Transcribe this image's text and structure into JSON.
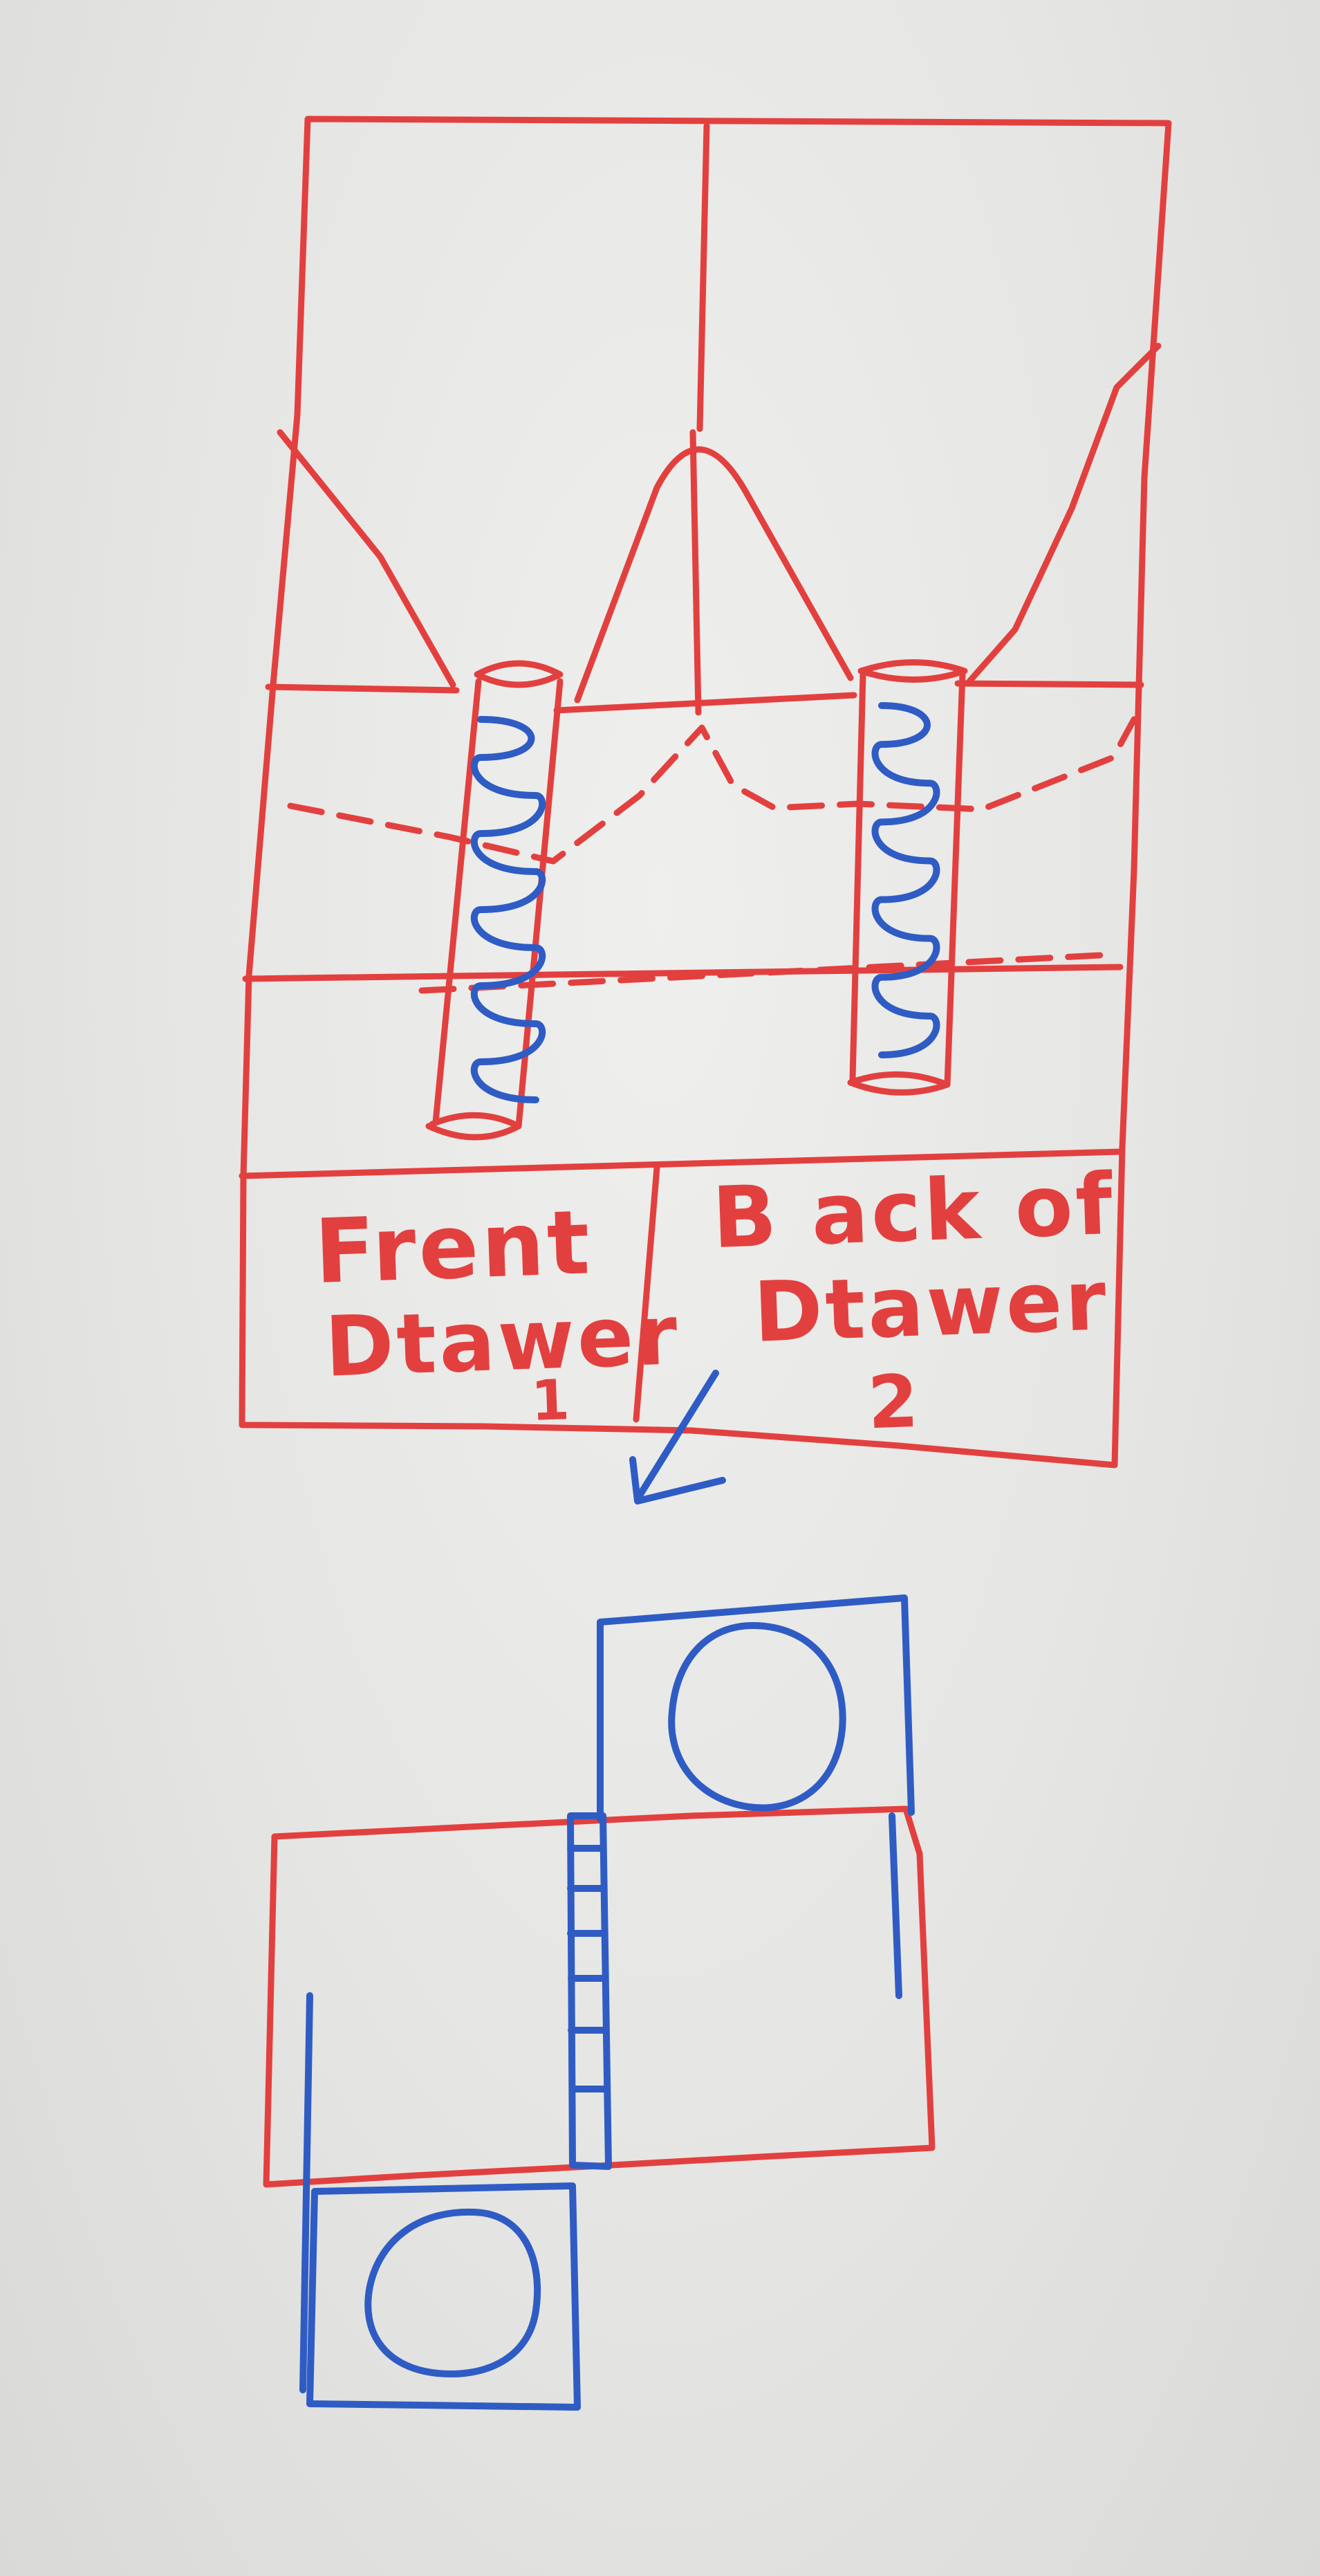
{
  "colors": {
    "board": "#e6e6e4",
    "red_marker": "#e2403f",
    "blue_marker": "#2f5cc4"
  },
  "diagram": {
    "labels": {
      "front_line1": "Frent",
      "front_line2": "Dtawer",
      "front_number": "1",
      "back_line1": "B ack of",
      "back_line2": "Dtawer",
      "back_number": "2"
    }
  }
}
